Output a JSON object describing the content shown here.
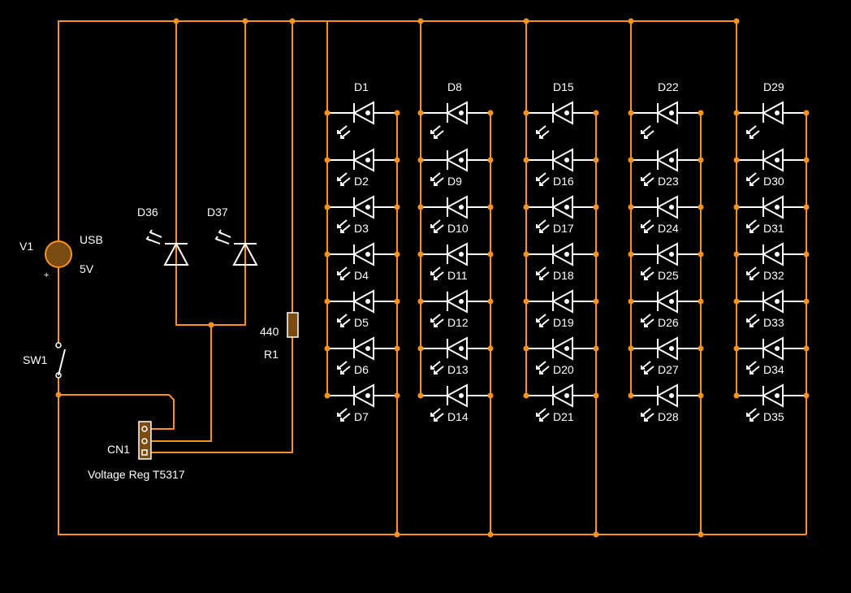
{
  "colors": {
    "background": "#000000",
    "wire": "#f7931e",
    "component": "#ffffff",
    "body": "#7a4b12"
  },
  "source": {
    "ref": "V1",
    "type": "USB",
    "voltage": "5V",
    "polarity": "+"
  },
  "switch": {
    "ref": "SW1"
  },
  "indicators": [
    {
      "ref": "D36"
    },
    {
      "ref": "D37"
    }
  ],
  "resistor": {
    "ref": "R1",
    "value": "440"
  },
  "connector": {
    "ref": "CN1",
    "desc": "Voltage Reg T5317"
  },
  "led_columns": [
    [
      "D1",
      "D2",
      "D3",
      "D4",
      "D5",
      "D6",
      "D7"
    ],
    [
      "D8",
      "D9",
      "D10",
      "D11",
      "D12",
      "D13",
      "D14"
    ],
    [
      "D15",
      "D16",
      "D17",
      "D18",
      "D19",
      "D20",
      "D21"
    ],
    [
      "D22",
      "D23",
      "D24",
      "D25",
      "D26",
      "D27",
      "D28"
    ],
    [
      "D29",
      "D30",
      "D31",
      "D32",
      "D33",
      "D34",
      "D35"
    ]
  ]
}
